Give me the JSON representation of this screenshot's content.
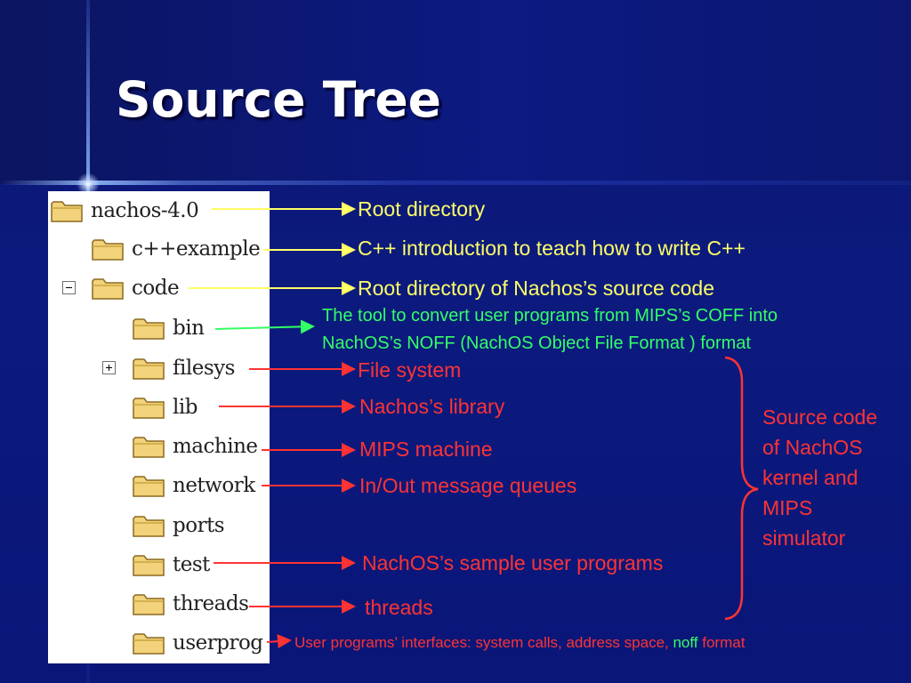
{
  "slide": {
    "title": "Source Tree"
  },
  "tree": {
    "items": [
      {
        "label": "nachos-4.0",
        "icon": "folder-icon"
      },
      {
        "label": "c++example",
        "icon": "folder-icon"
      },
      {
        "label": "code",
        "icon": "folder-icon",
        "toggle": "minus"
      },
      {
        "label": "bin",
        "icon": "folder-icon"
      },
      {
        "label": "filesys",
        "icon": "folder-icon",
        "toggle": "plus"
      },
      {
        "label": "lib",
        "icon": "folder-icon"
      },
      {
        "label": "machine",
        "icon": "folder-icon"
      },
      {
        "label": "network",
        "icon": "folder-icon"
      },
      {
        "label": "ports",
        "icon": "folder-icon"
      },
      {
        "label": "test",
        "icon": "folder-icon"
      },
      {
        "label": "threads",
        "icon": "folder-icon"
      },
      {
        "label": "userprog",
        "icon": "folder-icon"
      }
    ]
  },
  "annotations": {
    "root": "Root directory",
    "cpp": "C++ introduction to teach how to write C++",
    "code": "Root directory of Nachos’s source code",
    "bin_line1": "The tool to convert user programs from MIPS’s COFF into",
    "bin_line2": "NachOS’s NOFF (NachOS Object File Format ) format",
    "filesys": "File system",
    "lib": "Nachos’s library",
    "machine": "MIPS machine",
    "network": "In/Out message queues",
    "test": "NachOS’s sample user programs",
    "threads": "threads",
    "userprog_part1": "User programs’ interfaces: system calls, address space, ",
    "userprog_noff": "noff",
    "userprog_part2": " format",
    "brace_line1": "Source code",
    "brace_line2": "of NachOS",
    "brace_line3": "kernel and",
    "brace_line4": "MIPS",
    "brace_line5": "simulator"
  },
  "colors": {
    "yellow": "#ffff66",
    "green": "#33ff66",
    "red": "#ff3333",
    "background": "#0c1a7e"
  }
}
